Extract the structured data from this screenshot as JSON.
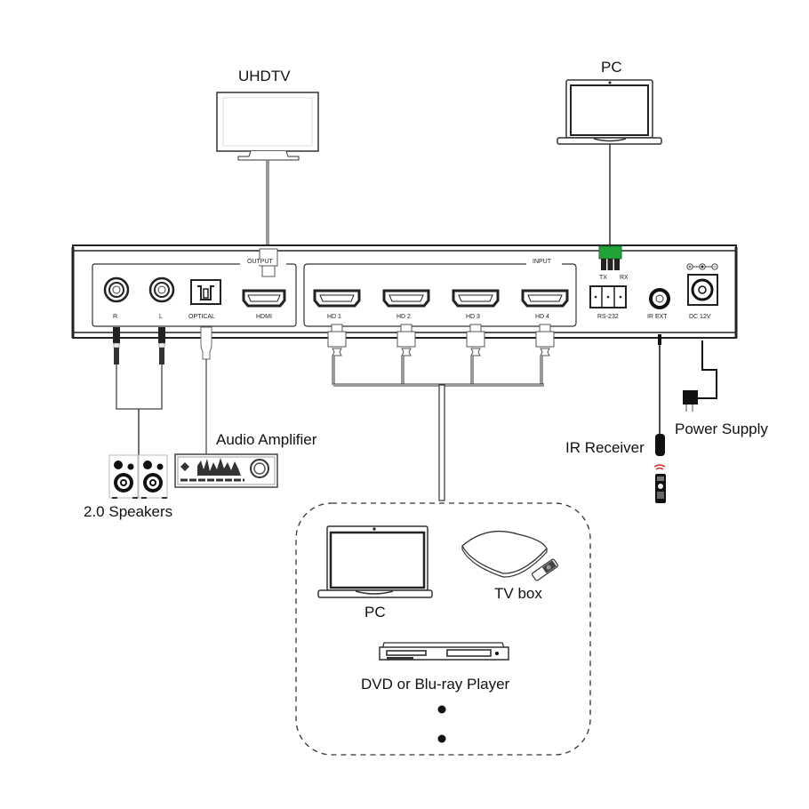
{
  "devices": {
    "uhdtv": "UHDTV",
    "pc_top": "PC",
    "speakers": "2.0 Speakers",
    "amplifier": "Audio Amplifier",
    "ir_receiver": "IR Receiver",
    "power_supply": "Power Supply",
    "sources": {
      "pc": "PC",
      "tv_box": "TV box",
      "dvd": "DVD or Blu-ray Player"
    }
  },
  "panel": {
    "output_group": "OUTPUT",
    "input_group": "INPUT",
    "ports": {
      "r": "R",
      "l": "L",
      "optical": "OPTICAL",
      "hdmi_out": "HDMI",
      "hd1": "HD 1",
      "hd2": "HD 2",
      "hd3": "HD 3",
      "hd4": "HD 4",
      "rs232": "RS-232",
      "tx": "TX",
      "rx": "RX",
      "ir_ext": "IR EXT",
      "dc": "DC 12V"
    }
  },
  "colors": {
    "rs232_plug": "#22a33a",
    "remote_signal": "#d9302c",
    "line": "#222222"
  }
}
